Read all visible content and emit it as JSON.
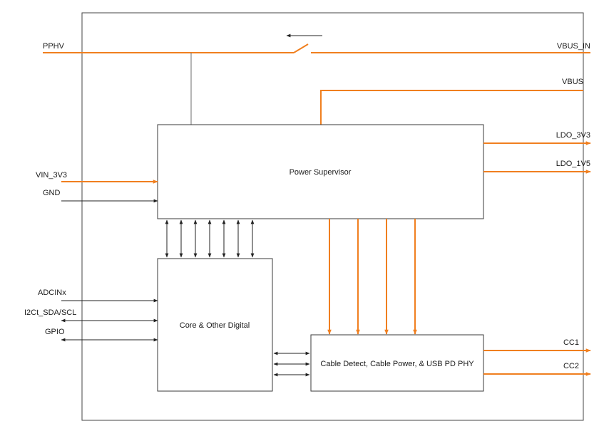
{
  "colors": {
    "power_line": "#f07f1f",
    "signal_line": "#222222",
    "block_border": "#3a3a3a",
    "background": "#ffffff"
  },
  "blocks": {
    "power_supervisor": "Power Supervisor",
    "core_digital": "Core & Other Digital",
    "cable_detect": "Cable Detect, Cable Power, & USB PD PHY"
  },
  "signals": {
    "pphv": "PPHV",
    "vbus_in": "VBUS_IN",
    "vbus": "VBUS",
    "ldo_3v3": "LDO_3V3",
    "ldo_1v5": "LDO_1V5",
    "vin_3v3": "VIN_3V3",
    "gnd": "GND",
    "adcinx": "ADCINx",
    "i2c": "I2Ct_SDA/SCL",
    "gpio": "GPIO",
    "cc1": "CC1",
    "cc2": "CC2"
  }
}
